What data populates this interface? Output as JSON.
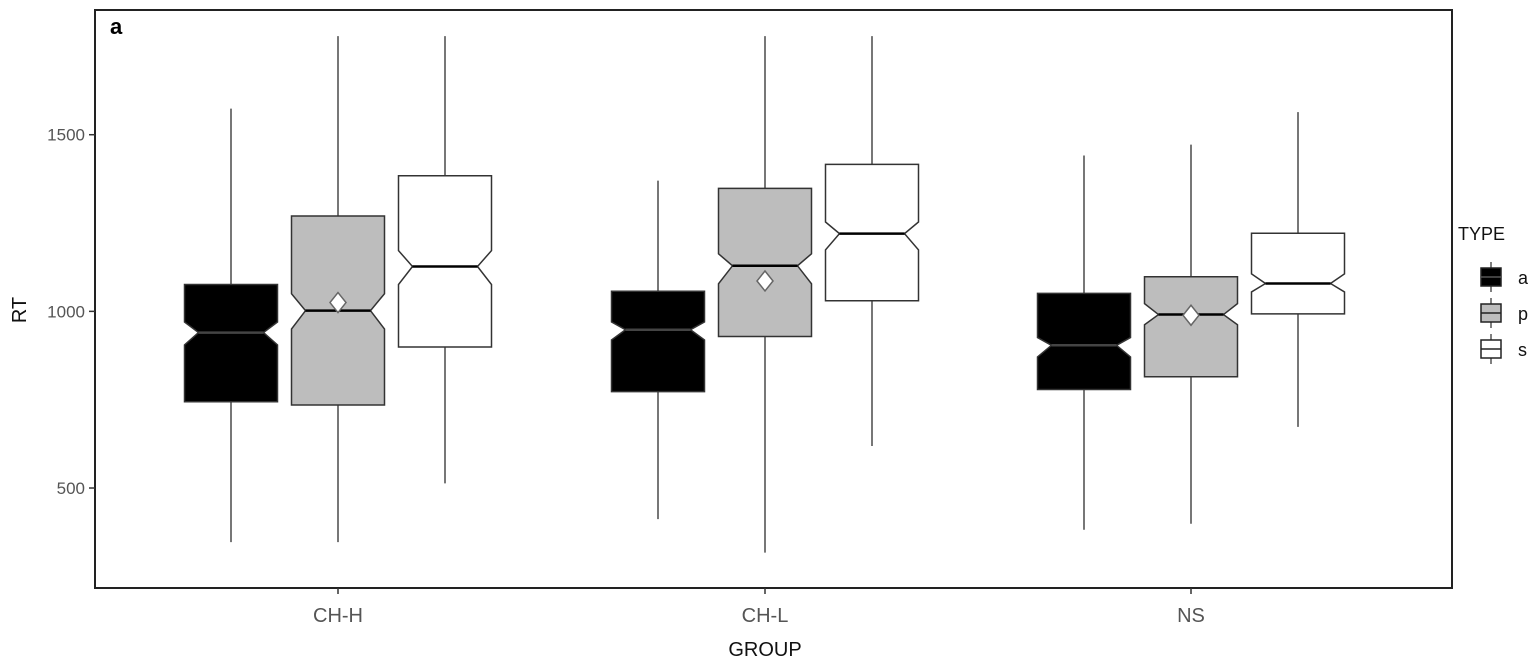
{
  "chart_data": {
    "type": "box",
    "panel_label": "a",
    "xlabel": "GROUP",
    "ylabel": "RT",
    "categories": [
      "CH-H",
      "CH-L",
      "NS"
    ],
    "ylim": [
      217,
      1853
    ],
    "yticks": [
      500,
      1000,
      1500
    ],
    "grid": false,
    "notched": true,
    "legend": {
      "title": "TYPE",
      "position": "right",
      "entries": [
        "a",
        "p",
        "s"
      ]
    },
    "colors": {
      "a": "#000000",
      "p": "#bdbdbd",
      "s": "#ffffff",
      "whisker": "#777777",
      "outline": "#333333"
    },
    "series": [
      {
        "name": "a",
        "boxes": [
          {
            "category": "CH-H",
            "whisker_low": 347,
            "q1": 744,
            "notch_low": 905,
            "median": 940,
            "notch_high": 970,
            "q3": 1076,
            "whisker_high": 1574
          },
          {
            "category": "CH-L",
            "whisker_low": 412,
            "q1": 773,
            "notch_low": 919,
            "median": 948,
            "notch_high": 970,
            "q3": 1057,
            "whisker_high": 1370
          },
          {
            "category": "NS",
            "whisker_low": 382,
            "q1": 779,
            "notch_low": 871,
            "median": 904,
            "notch_high": 926,
            "q3": 1051,
            "whisker_high": 1441
          }
        ]
      },
      {
        "name": "p",
        "boxes": [
          {
            "category": "CH-H",
            "whisker_low": 347,
            "q1": 735,
            "notch_low": 950,
            "median": 1002,
            "notch_high": 1050,
            "q3": 1270,
            "whisker_high": 1779,
            "mean": 1025
          },
          {
            "category": "CH-L",
            "whisker_low": 317,
            "q1": 929,
            "notch_low": 1078,
            "median": 1129,
            "notch_high": 1163,
            "q3": 1348,
            "whisker_high": 1779,
            "mean": 1086
          },
          {
            "category": "NS",
            "whisker_low": 399,
            "q1": 815,
            "notch_low": 962,
            "median": 991,
            "notch_high": 1022,
            "q3": 1098,
            "whisker_high": 1472,
            "mean": 989
          }
        ]
      },
      {
        "name": "s",
        "boxes": [
          {
            "category": "CH-H",
            "whisker_low": 513,
            "q1": 899,
            "notch_low": 1076,
            "median": 1127,
            "notch_high": 1172,
            "q3": 1384,
            "whisker_high": 1779
          },
          {
            "category": "CH-L",
            "whisker_low": 619,
            "q1": 1030,
            "notch_low": 1174,
            "median": 1220,
            "notch_high": 1253,
            "q3": 1416,
            "whisker_high": 1779
          },
          {
            "category": "NS",
            "whisker_low": 673,
            "q1": 993,
            "notch_low": 1055,
            "median": 1079,
            "notch_high": 1106,
            "q3": 1221,
            "whisker_high": 1564
          }
        ]
      }
    ]
  }
}
